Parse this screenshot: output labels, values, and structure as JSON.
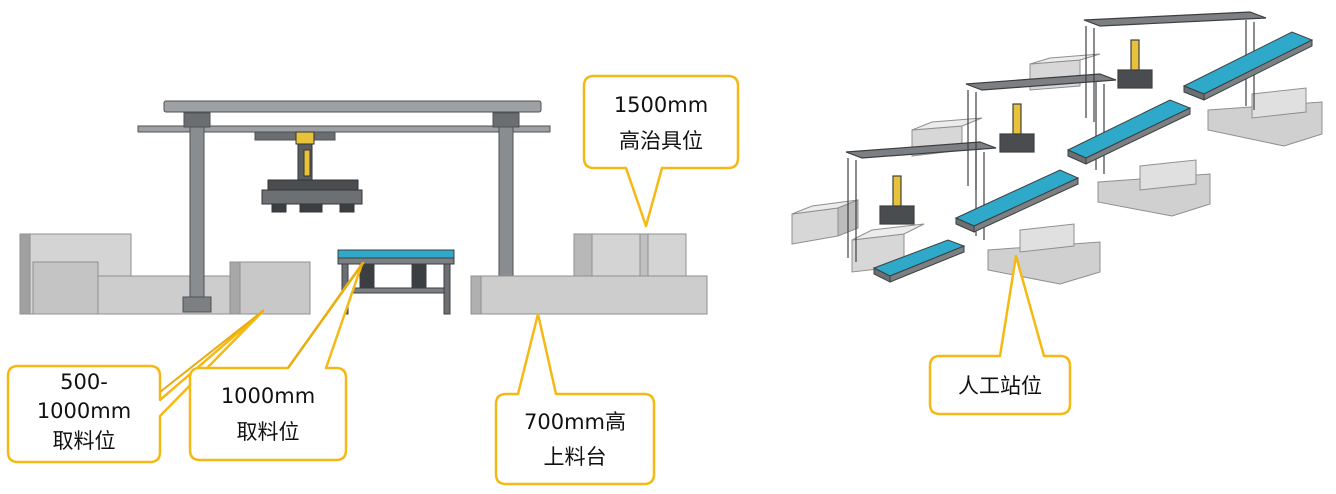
{
  "callouts": {
    "pick_500_1000": {
      "line1": "500-",
      "line2": "1000mm",
      "line3": "取料位"
    },
    "pick_1000": {
      "line1": "1000mm",
      "line2": "取料位"
    },
    "feed_700": {
      "line1": "700mm高",
      "line2": "上料台"
    },
    "fixture_1500": {
      "line1": "1500mm",
      "line2": "高治具位"
    },
    "manual_station": {
      "line1": "人工站位"
    }
  },
  "colors": {
    "callout_border": "#f5b915",
    "callout_leader": "#e8ac10",
    "conveyor_belt": "#2fa9c9",
    "gantry_frame": "#7d8082",
    "block_fill": "#cfcfcf",
    "robot_yellow": "#e7c23a"
  }
}
